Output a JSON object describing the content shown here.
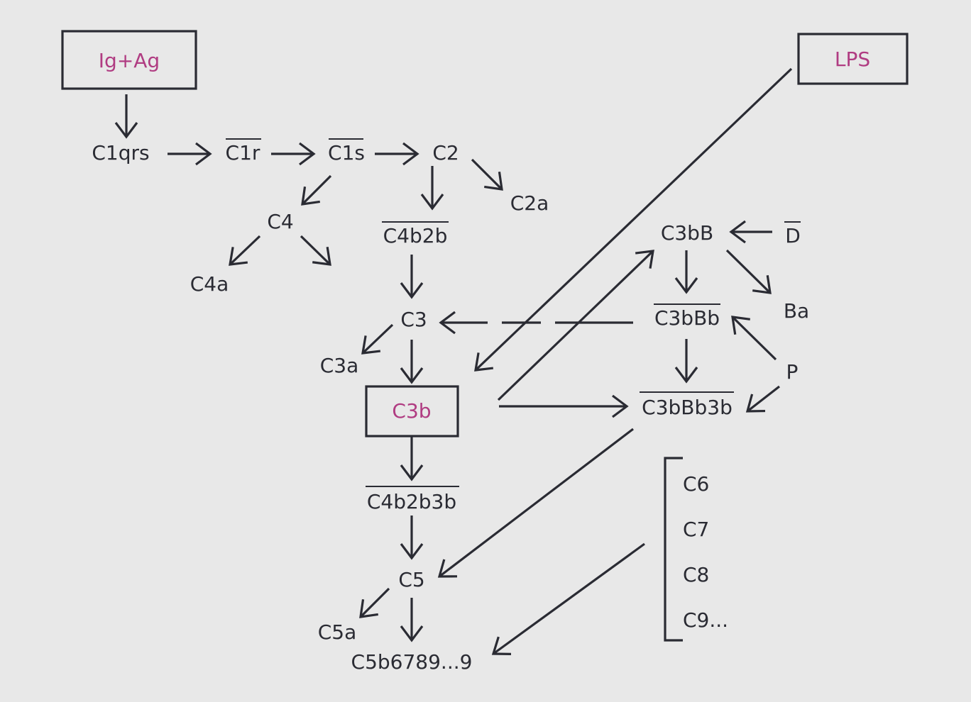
{
  "colors": {
    "background": "#e8e8e8",
    "ink": "#2a2b33",
    "highlight": "#b03c82"
  },
  "boxes": {
    "ig_ag": "Ig+Ag",
    "lps": "LPS",
    "c3b": "C3b"
  },
  "labels": {
    "c1qrs": "C1qrs",
    "c1r": "C1r",
    "c1s": "C1s",
    "c2": "C2",
    "c2a": "C2a",
    "c4": "C4",
    "c4a": "C4a",
    "c4b2b": "C4b2b",
    "c3": "C3",
    "c3a": "C3a",
    "c4b2b3b": "C4b2b3b",
    "c5": "C5",
    "c5a": "C5a",
    "c5b6789": "C5b6789...9",
    "c3bb_complex": "C3bB",
    "d_factor": "D",
    "ba": "Ba",
    "c3bbb": "C3bBb",
    "p_factor": "P",
    "c3bbb3b": "C3bBb3b"
  },
  "terminal_components": [
    "C6",
    "C7",
    "C8",
    "C9..."
  ]
}
